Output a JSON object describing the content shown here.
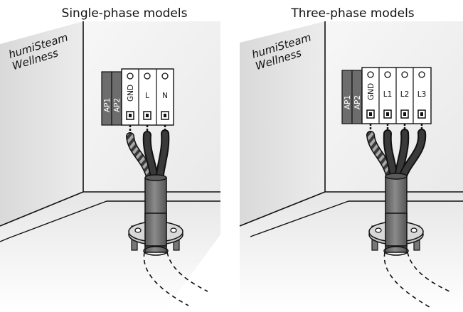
{
  "panels": [
    {
      "title": "Single-phase models",
      "brand_line1": "humiSteam",
      "brand_line2": "Wellness",
      "aux_terminals": [
        "AP1",
        "AP2"
      ],
      "terminals": [
        "GND",
        "L",
        "N"
      ]
    },
    {
      "title": "Three-phase models",
      "brand_line1": "humiSteam",
      "brand_line2": "Wellness",
      "aux_terminals": [
        "AP1",
        "AP2"
      ],
      "terminals": [
        "GND",
        "L1",
        "L2",
        "L3"
      ]
    }
  ],
  "colors": {
    "wall_back": "#f4f4f4",
    "wall_side": "#dcdcdc",
    "floor": "#eeeeee",
    "aux_terminal": "#6d6d6d",
    "cable_sheath": "#707070",
    "wire": "#2b2b2b",
    "ground_wire_stripe": "#9a9a9a",
    "gland": "#bdbdbd"
  }
}
